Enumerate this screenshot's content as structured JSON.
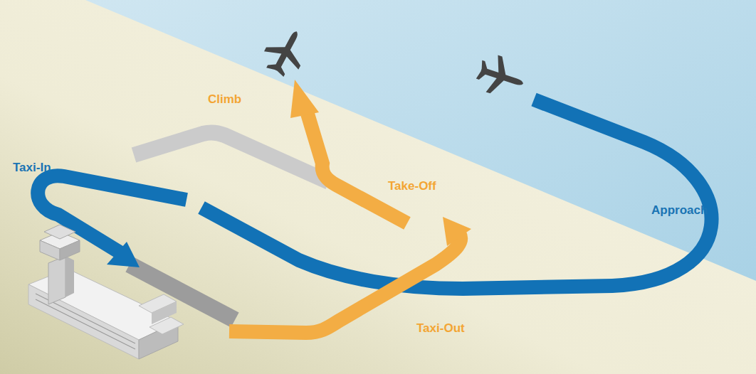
{
  "diagram": {
    "labels": [
      "Climb",
      "Take-Off",
      "Taxi-Out",
      "Taxi-In",
      "Approach"
    ]
  }
}
